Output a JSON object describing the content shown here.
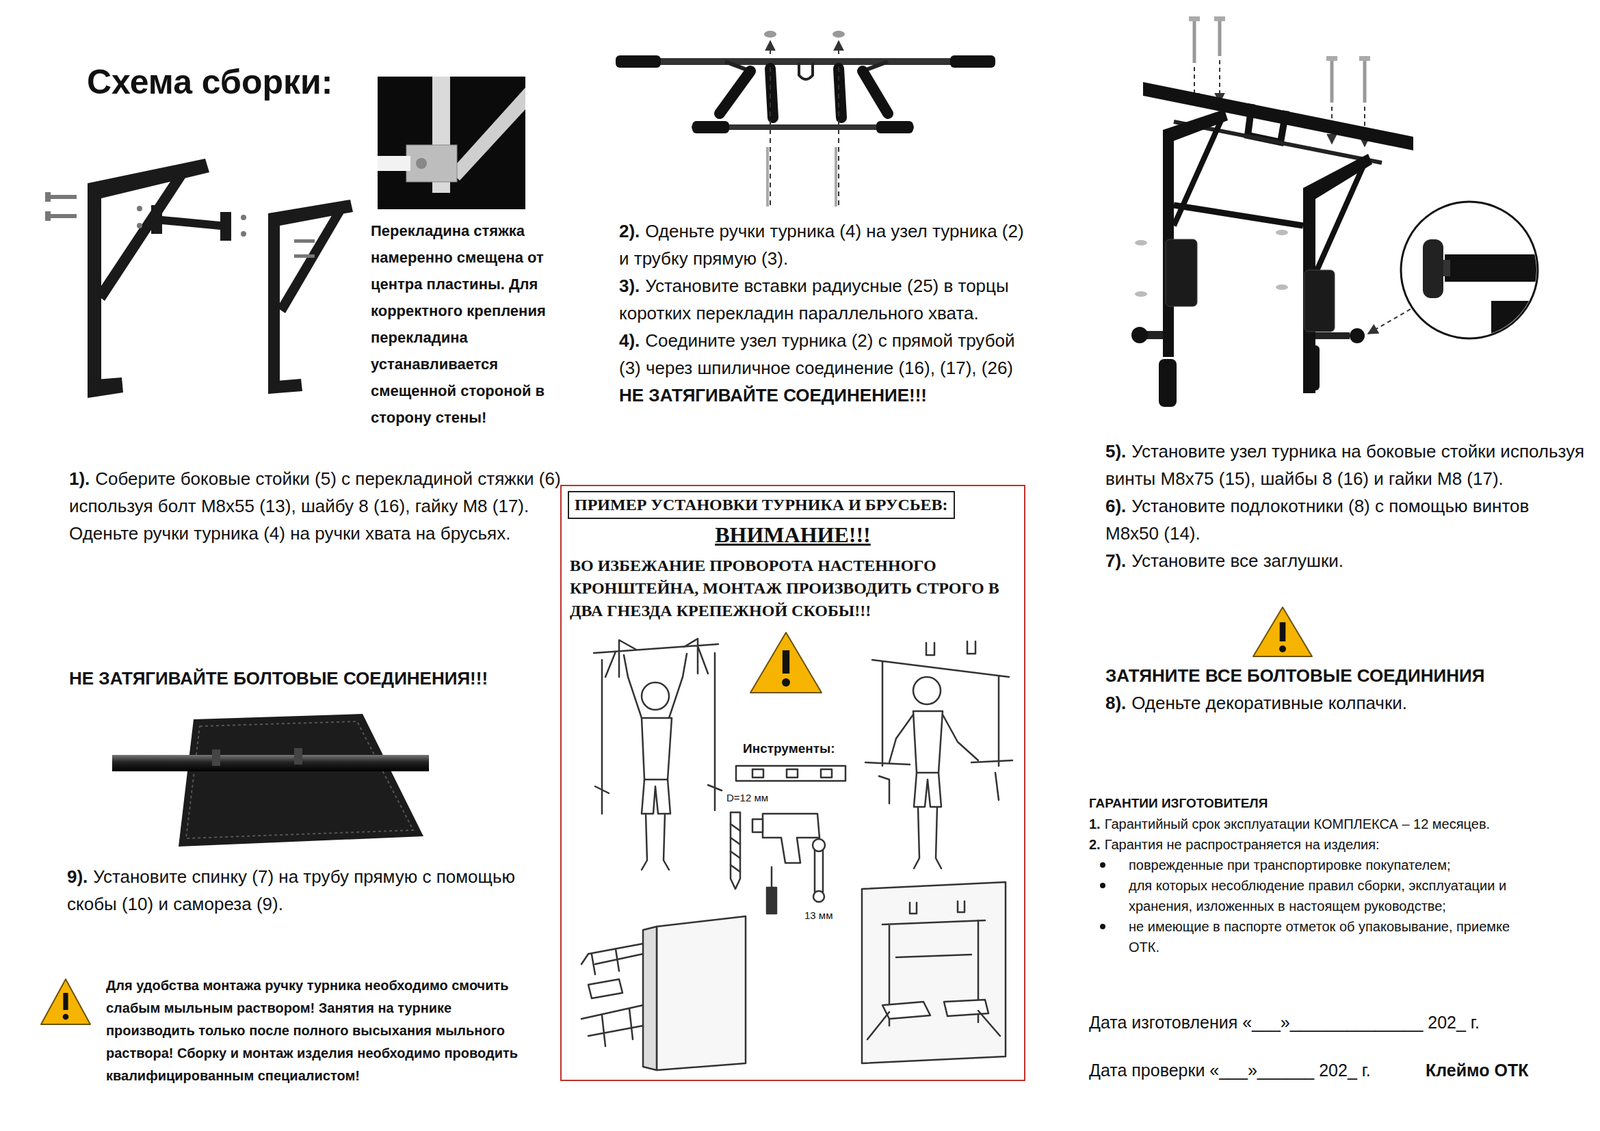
{
  "diagram": {
    "title": "Схема сборки:",
    "nodes": [
      {
        "text": [
          "ВНИМАНИЕ!!!",
          "ВО ИЗБЕЖАНИЕ ПРОВОРОТА НАСТЕННОГО КРОНШТЕЙНА, МОНТАЖ ПРОИЗВОДИТЬ СТРОГО В ДВА ГНЕЗДА КРЕПЕЖНОЙ СКОБЫ!!!"
        ]
      },
      {
        "text": [
          "ПРИМЕР УСТАНОВКИ ТУРНИКА И БРУСЬЕВ:"
        ],
        "in": 0
      }
    ],
    "labels": [
      "Перекладина стяжка намеренно смещена от центра пластины. Для корректного крепления перекладина устанавливается смещенной стороной в сторону стены!",
      "1).",
      "Соберите боковые стойки (5) с перекладиной стяжки (6) используя болт М8х55 (13), шайбу 8 (16), гайку М8 (17).",
      "Оденьте ручки турника (4) на ручки хвата на брусьях.",
      "НЕ ЗАТЯГИВАЙТЕ БОЛТОВЫЕ СОЕДИНЕНИЯ!!!",
      "9).",
      "Установите спинку (7) на трубу прямую с помощью скобы (10) и самореза (9).",
      "Для удобства монтажа ручку турника необходимо смочить слабым мыльным раствором! Занятия на турнике производить только после полного высыхания мыльного раствора! Сборку и монтаж изделия необходимо проводить квалифицированным специалистом!",
      "2).",
      "Оденьте ручки турника (4) на узел турника (2) и трубку прямую (3).",
      "3).",
      "Установите вставки радиусные (25) в торцы коротких перекладин параллельного хвата.",
      "4).",
      "Соедините узел турника (2) с прямой трубой (3) через шпиличное соединение (16), (17), (26)",
      "НЕ ЗАТЯГИВАЙТЕ СОЕДИНЕНИЕ!!!",
      "Инструменты:",
      "D=12 мм",
      "13 мм",
      "5).",
      "Установите узел турника на боковые стойки используя винты М8х75 (15), шайбы 8 (16) и гайки М8 (17).",
      "6).",
      "Установите подлокотники (8) с помощью винтов М8х50 (14).",
      "7).",
      "Установите все заглушки.",
      "ЗАТЯНИТЕ ВСЕ БОЛТОВЫЕ СОЕДИНИНИЯ",
      "8).",
      "Оденьте декоративные колпачки.",
      "ГАРАНТИИ ИЗГОТОВИТЕЛЯ",
      "1.",
      "Гарантийный срок эксплуатации КОМПЛЕКСА – 12 месяцев.",
      "2.",
      "Гарантия не распространяется на изделия:",
      "поврежденные при транспортировке покупателем;",
      "для которых несоблюдение правил сборки, эксплуатации и хранения, изложенных в настоящем руководстве;",
      "не имеющие в паспорте отметок об упаковывание, приемке ОТК.",
      "Дата изготовления «___»______________ 202_ г.",
      "Дата проверки «___»______ 202_ г.",
      "Клеймо ОТК"
    ]
  }
}
